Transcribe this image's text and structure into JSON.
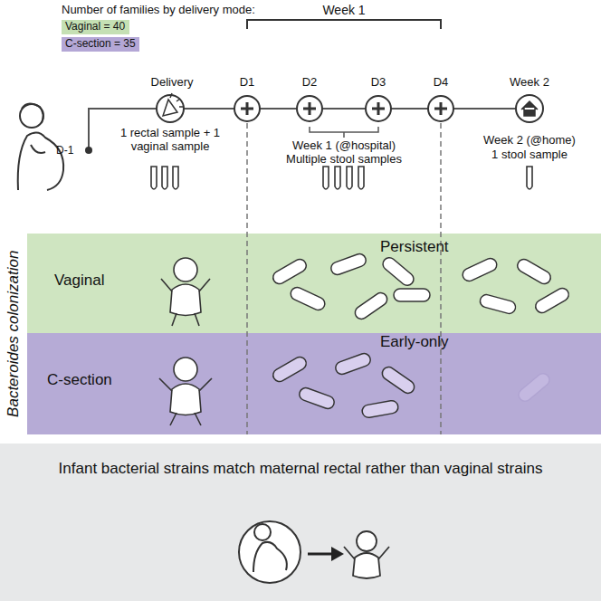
{
  "diagram": {
    "nodes": [
      {
        "text": [
          "Vaginal = 40"
        ]
      },
      {
        "text": [
          "C-section = 35"
        ]
      },
      {
        "text": [
          "Vaginal",
          "Persistent"
        ]
      },
      {
        "text": [
          "C-section",
          "Early-only"
        ]
      },
      {
        "text": [
          "Infant bacterial strains match maternal rectal rather than vaginal strains"
        ]
      }
    ],
    "labels": [
      "Number of families by delivery mode:",
      "Week 1",
      "Delivery",
      "D1",
      "D2",
      "D3",
      "D4",
      "Week 2",
      "D-1",
      "1 rectal sample + 1 vaginal sample",
      "Week 1 (@hospital)",
      "Multiple stool samples",
      "Week 2 (@home)",
      "1 stool sample",
      "Bacteroides colonization"
    ]
  }
}
